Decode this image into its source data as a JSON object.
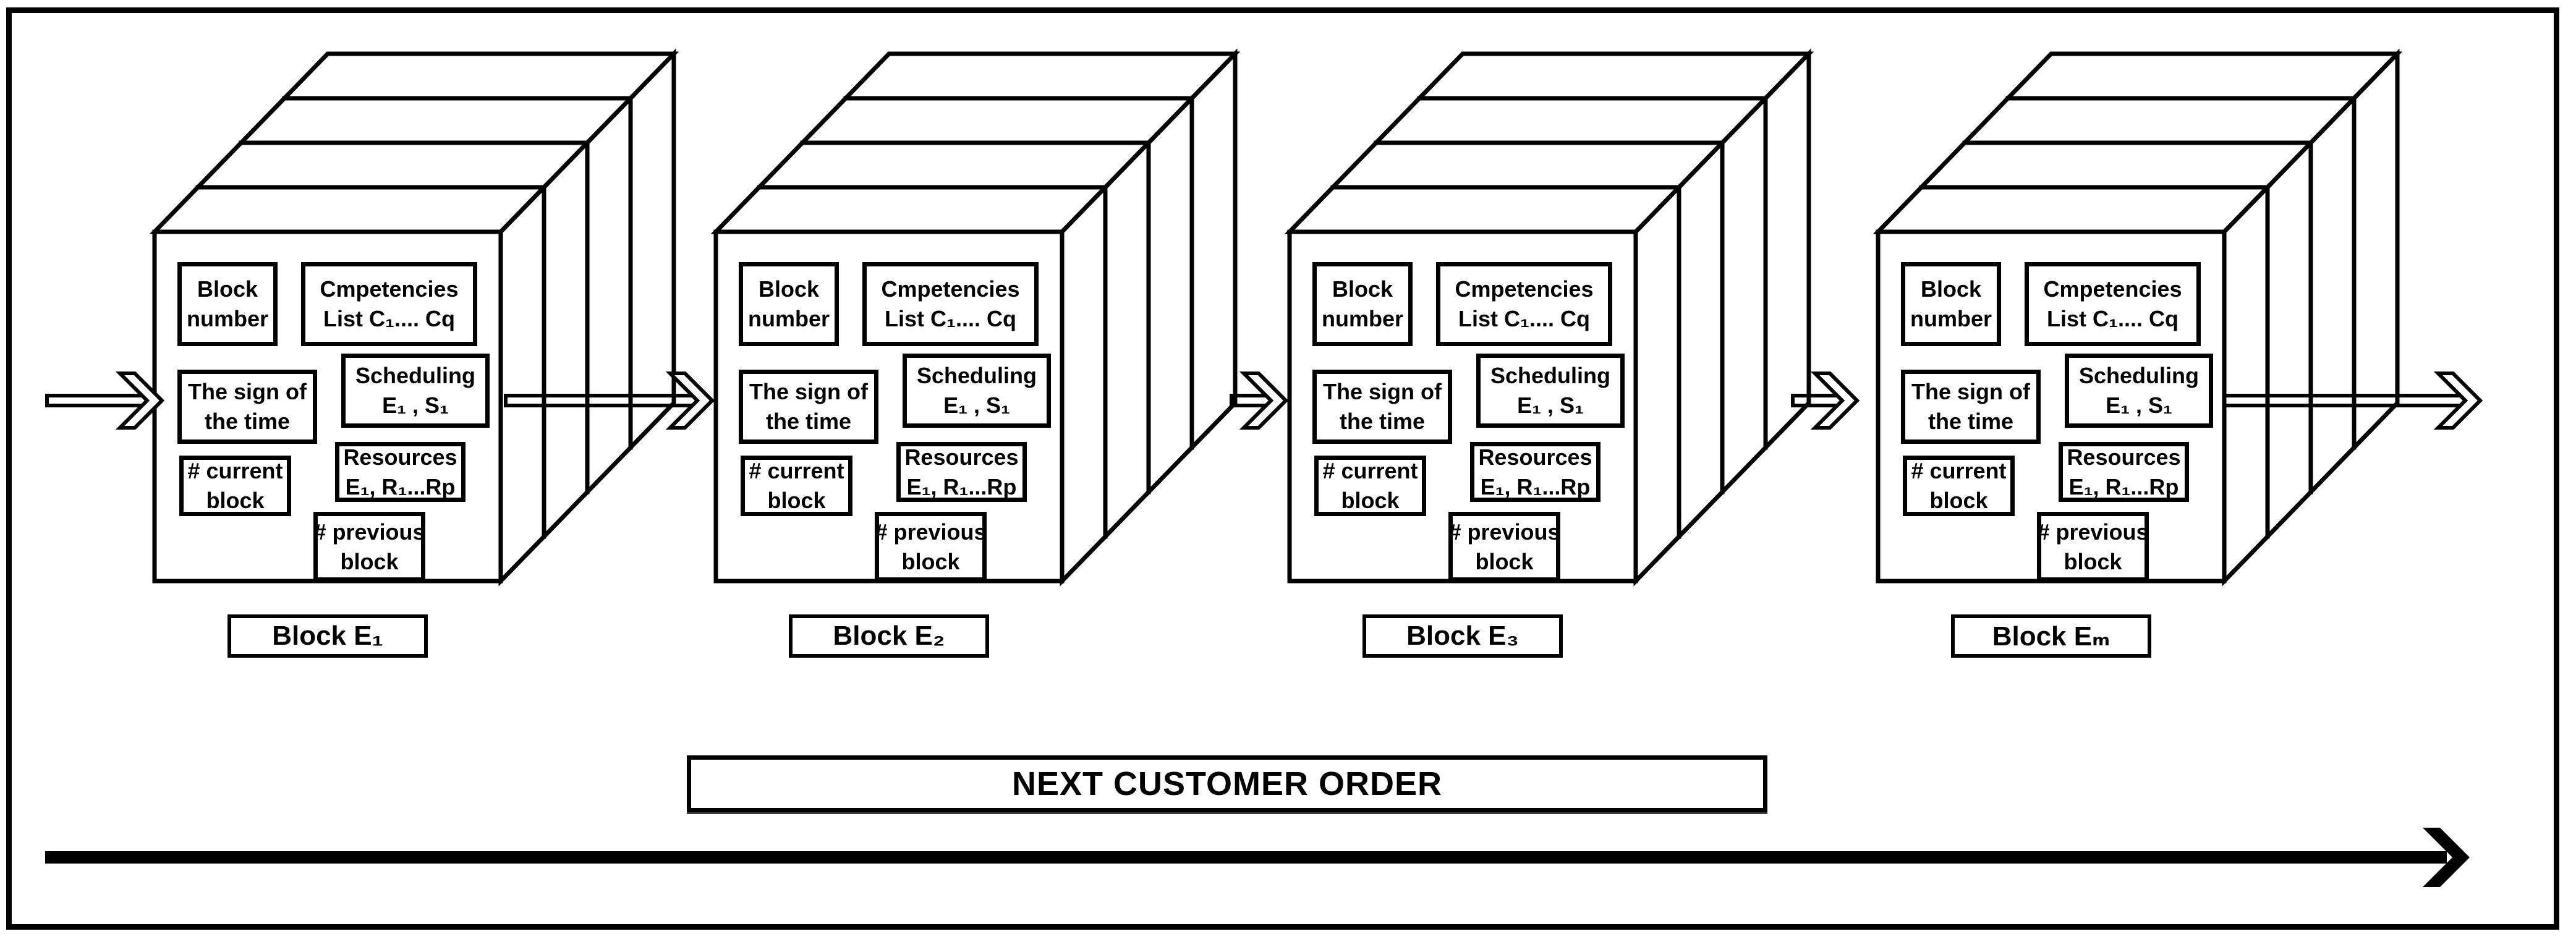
{
  "diagram": {
    "banner": "NEXT CUSTOMER ORDER",
    "card_fields": {
      "block_number": [
        "Block",
        "number"
      ],
      "competencies": [
        "Cmpetencies",
        "List C₁.... Cq"
      ],
      "scheduling": [
        "Scheduling",
        "E₁ , S₁"
      ],
      "sign_of_time": [
        "The sign of",
        "the time"
      ],
      "current_block": [
        "# current",
        "block"
      ],
      "resources": [
        "Resources",
        "E₁, R₁...Rp"
      ],
      "previous_block": [
        "# previous",
        "block"
      ]
    },
    "blocks": [
      {
        "label": "Block E₁"
      },
      {
        "label": "Block E₂"
      },
      {
        "label": "Block E₃"
      },
      {
        "label": "Block Eₘ"
      }
    ],
    "colors": {
      "ink": "#000000",
      "paper": "#ffffff"
    }
  }
}
